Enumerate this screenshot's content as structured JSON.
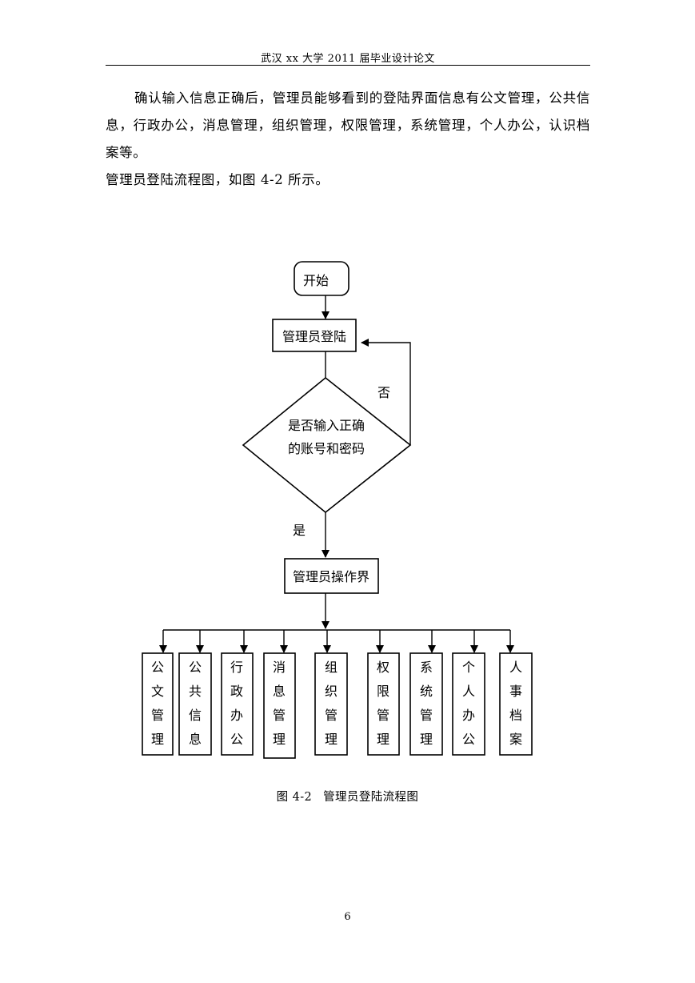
{
  "header": {
    "title": "武汉 xx 大学 2011 届毕业设计论文"
  },
  "body": {
    "paragraph1": "确认输入信息正确后，管理员能够看到的登陆界面信息有公文管理，公共信息，行政办公，消息管理，组织管理，权限管理，系统管理，个人办公，认识档案等。",
    "paragraph2": "管理员登陆流程图，如图 4-2 所示。"
  },
  "flowchart": {
    "start": "开始",
    "login": "管理员登陆",
    "decision_line1": "是否输入正确",
    "decision_line2": "的账号和密码",
    "no_label": "否",
    "yes_label": "是",
    "operation": "管理员操作界",
    "modules": [
      {
        "c1": "公",
        "c2": "文",
        "c3": "管",
        "c4": "理"
      },
      {
        "c1": "公",
        "c2": "共",
        "c3": "信",
        "c4": "息"
      },
      {
        "c1": "行",
        "c2": "政",
        "c3": "办",
        "c4": "公"
      },
      {
        "c1": "消",
        "c2": "息",
        "c3": "管",
        "c4": "理"
      },
      {
        "c1": "组",
        "c2": "织",
        "c3": "管",
        "c4": "理"
      },
      {
        "c1": "权",
        "c2": "限",
        "c3": "管",
        "c4": "理"
      },
      {
        "c1": "系",
        "c2": "统",
        "c3": "管",
        "c4": "理"
      },
      {
        "c1": "个",
        "c2": "人",
        "c3": "办",
        "c4": "公"
      },
      {
        "c1": "人",
        "c2": "事",
        "c3": "档",
        "c4": "案"
      }
    ]
  },
  "caption": {
    "number": "图 4-2",
    "text": "管理员登陆流程图"
  },
  "footer": {
    "page_number": "6"
  }
}
